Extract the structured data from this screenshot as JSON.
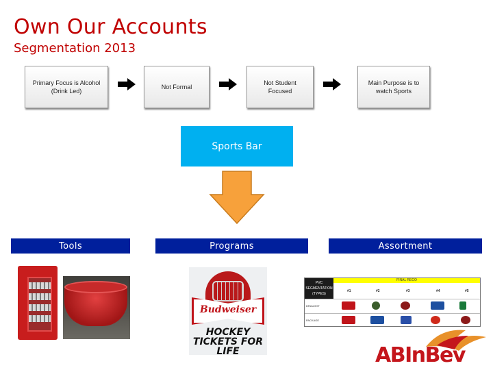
{
  "header": {
    "title": "Own Our Accounts",
    "subtitle": "Segmentation 2013"
  },
  "criteria": [
    {
      "label": "Primary Focus is Alcohol (Drink Led)"
    },
    {
      "label": "Not Formal"
    },
    {
      "label": "Not Student Focused"
    },
    {
      "label": "Main Purpose is to watch Sports"
    }
  ],
  "segment": {
    "label": "Sports Bar"
  },
  "sections": {
    "tools": "Tools",
    "programs": "Programs",
    "assortment": "Assortment"
  },
  "programs_image": {
    "brand": "Budweiser",
    "headline": "HOCKEY TICKETS FOR LIFE"
  },
  "assortment_table": {
    "header_left": "PVC SEGMENTATION (TYPES)",
    "header_band": "FINAL RECO",
    "columns": [
      "#1",
      "#2",
      "#3",
      "#4",
      "#5"
    ],
    "rows": [
      "DRAUGHT",
      "PACKAGE"
    ]
  },
  "logo": {
    "text": "ABInBev"
  },
  "colors": {
    "title": "#c00000",
    "segment_box": "#00b0f0",
    "section_band": "#001f9c",
    "down_arrow": "#f7a13b",
    "logo": "#c4161c"
  }
}
